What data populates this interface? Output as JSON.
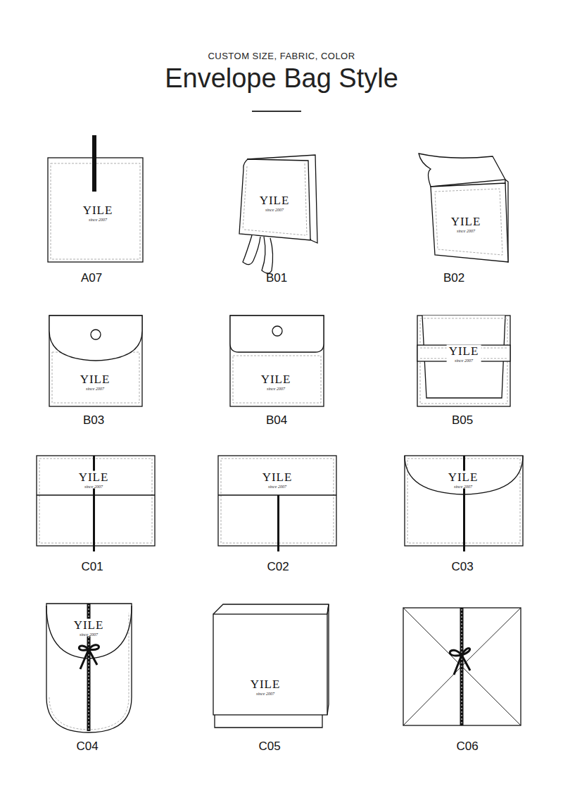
{
  "diagram": {
    "title": "Envelope Bag Style",
    "nodes": [
      {
        "text": [
          "YILE",
          "since 2007",
          "A07"
        ]
      },
      {
        "text": [
          "YILE",
          "since 2007",
          "B01"
        ]
      },
      {
        "text": [
          "YILE",
          "since 2007",
          "B02"
        ]
      },
      {
        "text": [
          "YILE",
          "since 2007",
          "B03"
        ]
      },
      {
        "text": [
          "YILE",
          "since 2007",
          "B04"
        ]
      },
      {
        "text": [
          "YILE",
          "since 2007",
          "B05"
        ]
      },
      {
        "text": [
          "YILE",
          "since 2007",
          "C01"
        ]
      },
      {
        "text": [
          "YILE",
          "since 2007",
          "C02"
        ]
      },
      {
        "text": [
          "YILE",
          "since 2007",
          "C03"
        ]
      },
      {
        "text": [
          "YILE",
          "since 2007",
          "C04"
        ]
      },
      {
        "text": [
          "YILE",
          "since 2007",
          "C05"
        ]
      },
      {
        "text": [
          "C06"
        ]
      }
    ],
    "labels": [
      "CUSTOM SIZE, FABRIC, COLOR"
    ]
  }
}
